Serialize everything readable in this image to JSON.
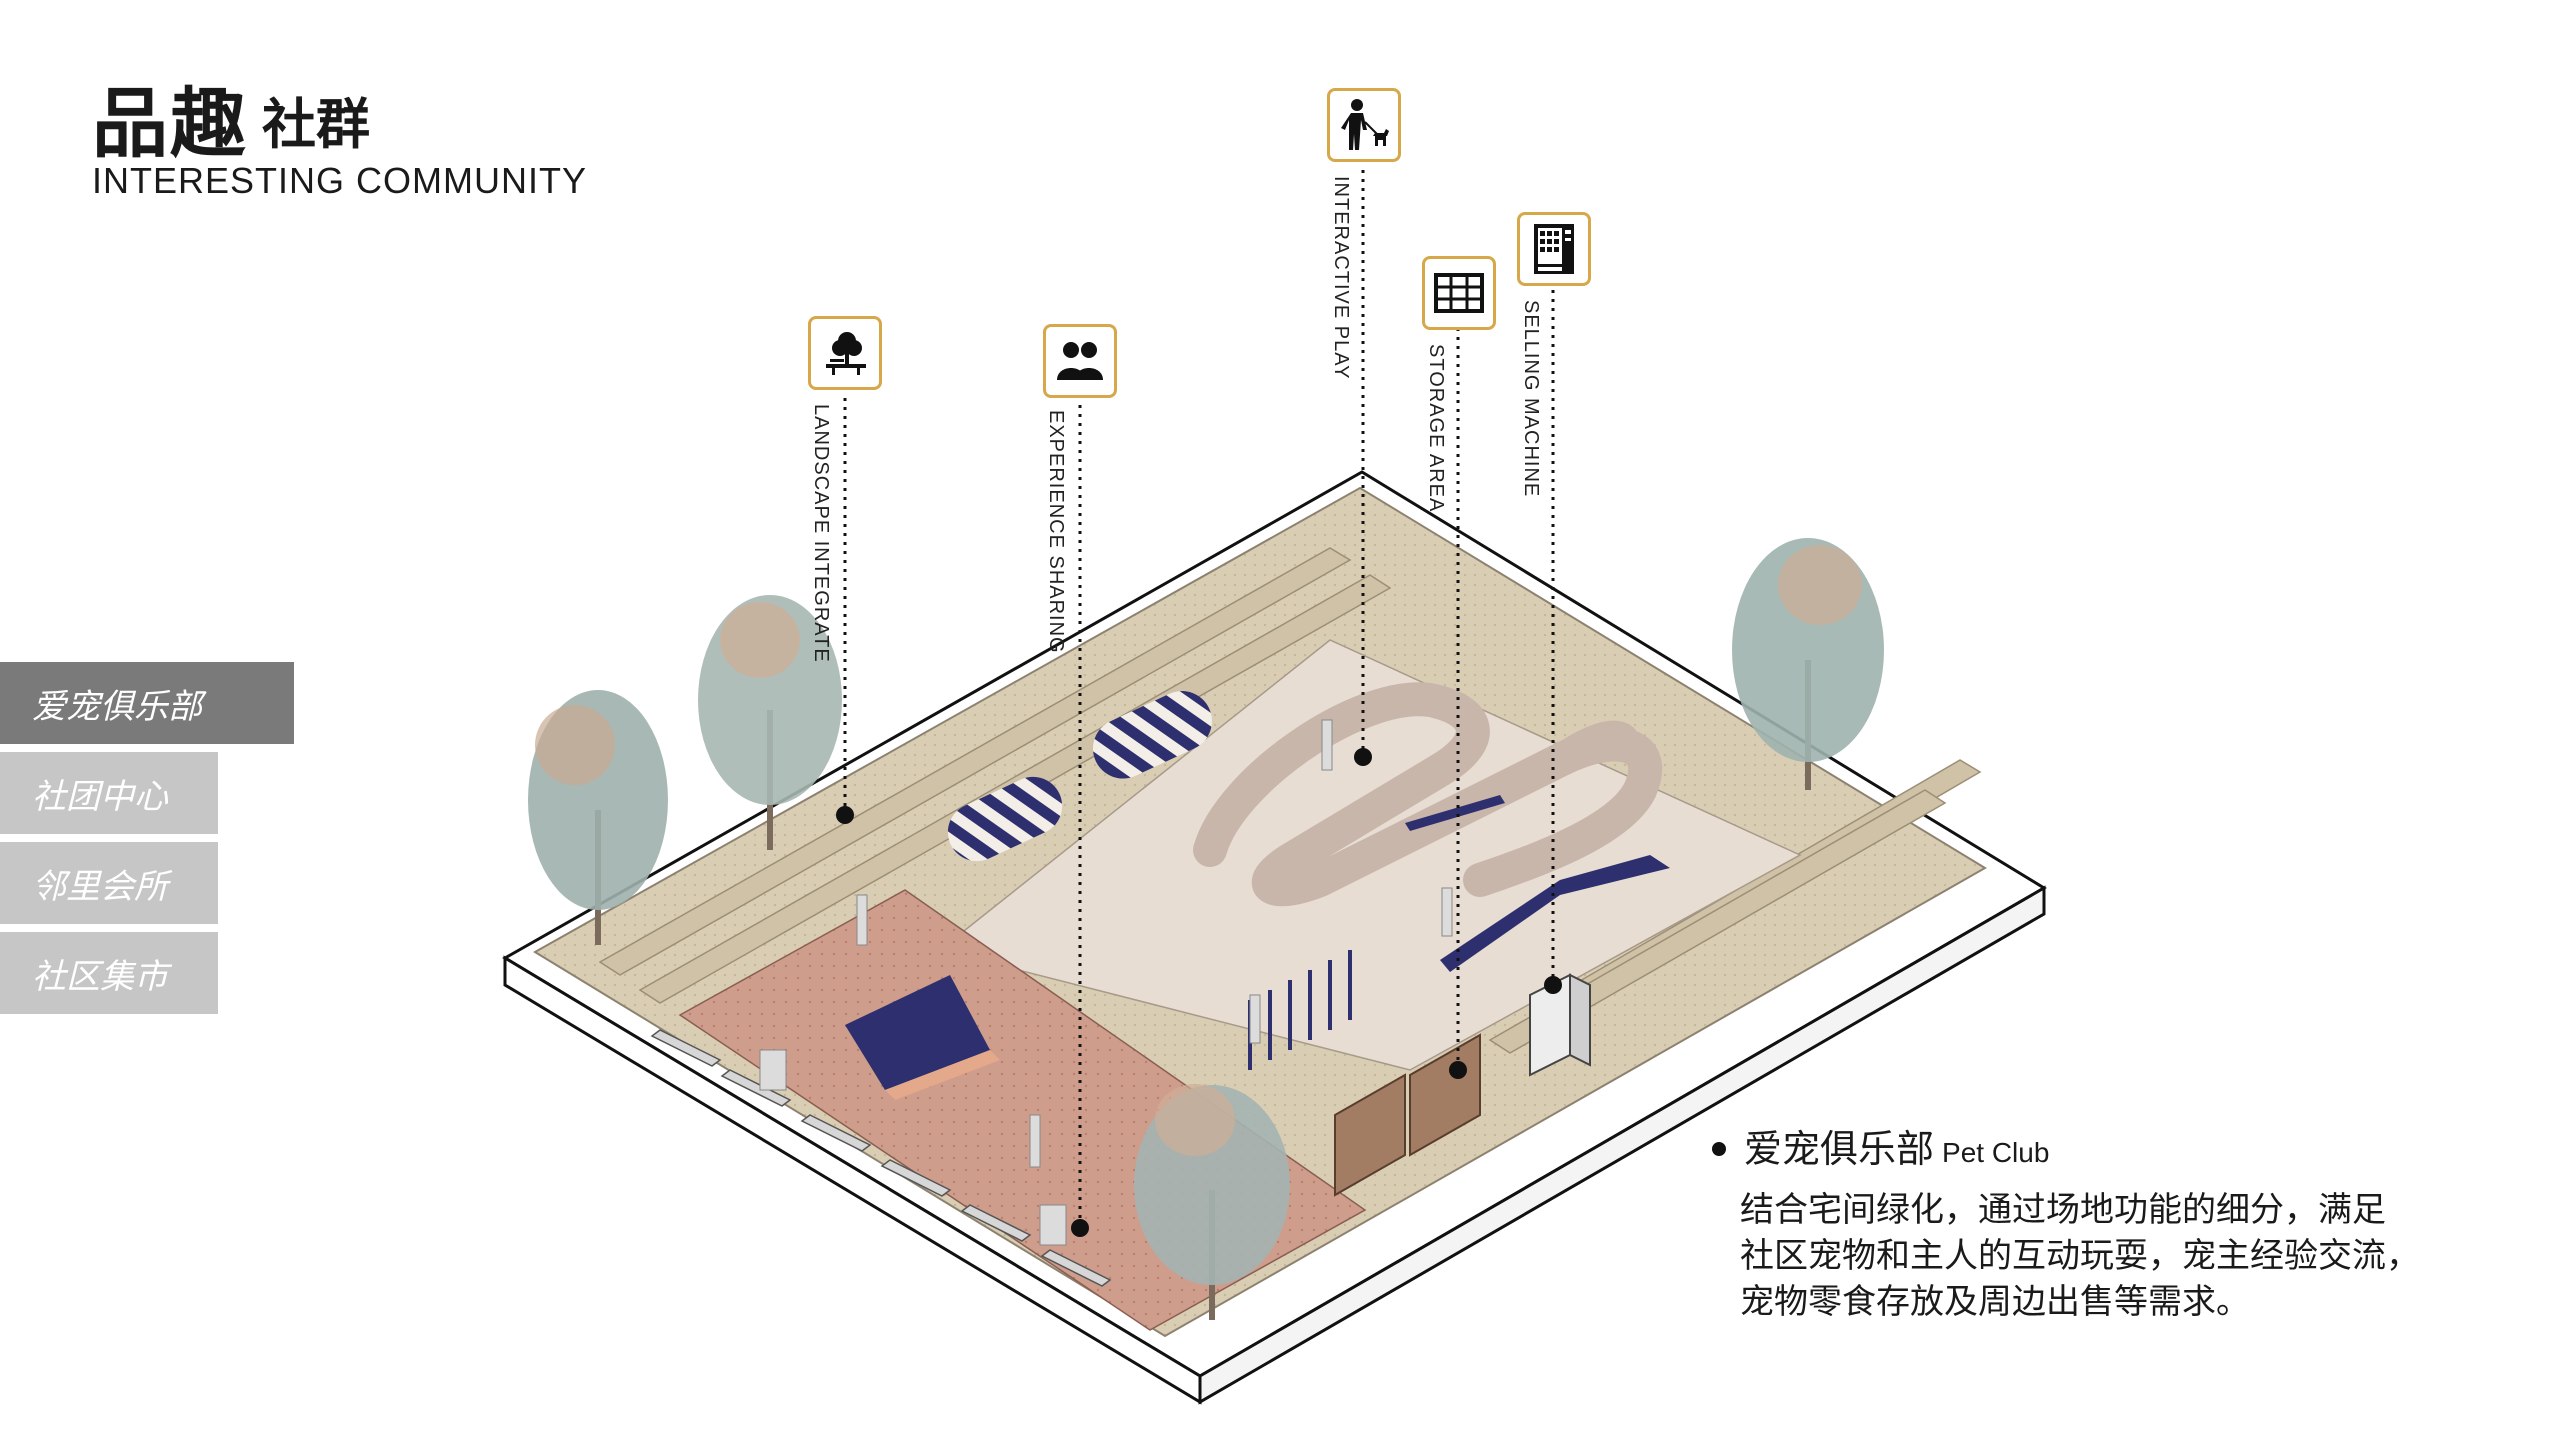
{
  "header": {
    "title_main": "品趣",
    "title_sub": "社群",
    "title_en": "INTERESTING COMMUNITY"
  },
  "sidebar": {
    "tabs": [
      {
        "label": "爱宠俱乐部",
        "active": true
      },
      {
        "label": "社团中心",
        "active": false
      },
      {
        "label": "邻里会所",
        "active": false
      },
      {
        "label": "社区集市",
        "active": false
      }
    ]
  },
  "callouts": [
    {
      "icon": "picnic-tree-icon",
      "label": "LANDSCAPE INTEGRATE"
    },
    {
      "icon": "people-icon",
      "label": "EXPERIENCE SHARING"
    },
    {
      "icon": "person-walking-dog-icon",
      "label": "INTERACTIVE PLAY"
    },
    {
      "icon": "storage-grid-icon",
      "label": "STORAGE AREA"
    },
    {
      "icon": "vending-machine-icon",
      "label": "SELLING MACHINE"
    }
  ],
  "description": {
    "title": "爱宠俱乐部",
    "title_en": "Pet Club",
    "lines": [
      "结合宅间绿化，通过场地功能的细分，满足",
      "社区宠物和主人的互动玩耍，宠主经验交流，",
      "宠物零食存放及周边出售等需求。"
    ]
  },
  "colors": {
    "accent_border": "#d6a84a",
    "ground_beige": "#d9cdb3",
    "track_pink": "#eadbd3",
    "brick_red": "#cf9d8c",
    "equipment_navy": "#2e2f6e",
    "tab_active": "#7a7a7a",
    "tab_inactive": "#c6c6c6"
  }
}
